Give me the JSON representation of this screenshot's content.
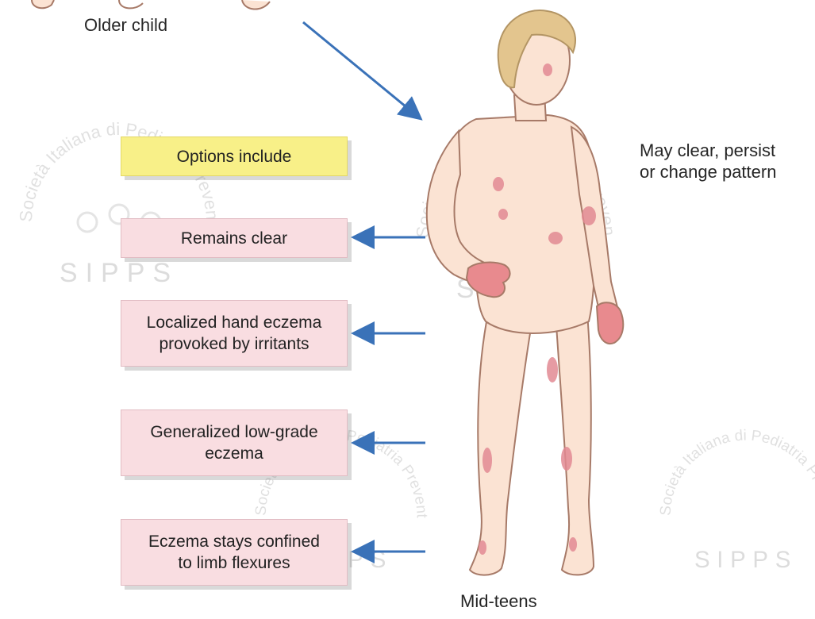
{
  "labels": {
    "older_child": "Older child",
    "mid_teens": "Mid-teens",
    "outcome_note": "May clear, persist\nor change pattern"
  },
  "boxes": {
    "options": "Options include",
    "remains_clear": "Remains clear",
    "hand_eczema": "Localized hand eczema\nprovoked by irritants",
    "generalized": "Generalized low-grade\neczema",
    "limb_flexures": "Eczema stays confined\nto limb flexures"
  },
  "watermark": {
    "society_text": "Società Italiana di Pediatria Preventiva e Sociale",
    "acronym": "SIPPS"
  },
  "colors": {
    "arrow": "#3a72b8",
    "box_yellow": "#f8f088",
    "box_pink": "#f9dde1",
    "skin": "#fbe3d3",
    "skin_outline": "#a77a68",
    "hair": "#e3c58e",
    "eczema": "#e28a93"
  }
}
